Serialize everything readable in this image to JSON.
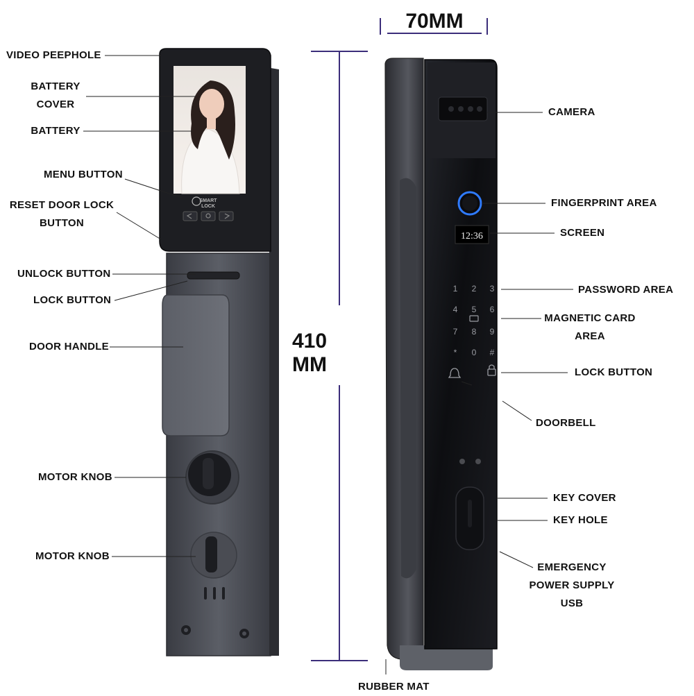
{
  "dimensions": {
    "width": "70MM",
    "height_value": "410",
    "height_unit": "MM"
  },
  "left_labels": {
    "video_peephole": "VIDEO PEEPHOLE",
    "battery_cover_1": "BATTERY",
    "battery_cover_2": "COVER",
    "battery": "BATTERY",
    "menu_button": "MENU BUTTON",
    "reset_1": "RESET DOOR LOCK",
    "reset_2": "BUTTON",
    "unlock_button": "UNLOCK BUTTON",
    "lock_button": "LOCK BUTTON",
    "door_handle": "DOOR HANDLE",
    "motor_knob_1": "MOTOR KNOB",
    "motor_knob_2": "MOTOR KNOB"
  },
  "right_labels": {
    "camera": "CAMERA",
    "fingerprint_area": "FINGERPRINT AREA",
    "screen": "SCREEN",
    "password_area": "PASSWORD AREA",
    "magnetic_1": "MAGNETIC CARD",
    "magnetic_2": "AREA",
    "lock_button": "LOCK BUTTON",
    "doorbell": "DOORBELL",
    "key_cover": "KEY COVER",
    "key_hole": "KEY HOLE",
    "emergency_1": "EMERGENCY",
    "emergency_2": "POWER SUPPLY",
    "emergency_3": "USB",
    "rubber_mat": "RUBBER MAT"
  },
  "device": {
    "clock": "12:36",
    "logo_line1": "SMART",
    "logo_line2": "LOCK",
    "keypad": [
      "1",
      "2",
      "3",
      "4",
      "5",
      "6",
      "7",
      "8",
      "9",
      "*",
      "0",
      "#"
    ]
  },
  "colors": {
    "dimension_line": "#3b2d7a",
    "device_body": "#4a4d55",
    "front_panel": "#15161a",
    "fingerprint_ring": "#2f7bff"
  }
}
